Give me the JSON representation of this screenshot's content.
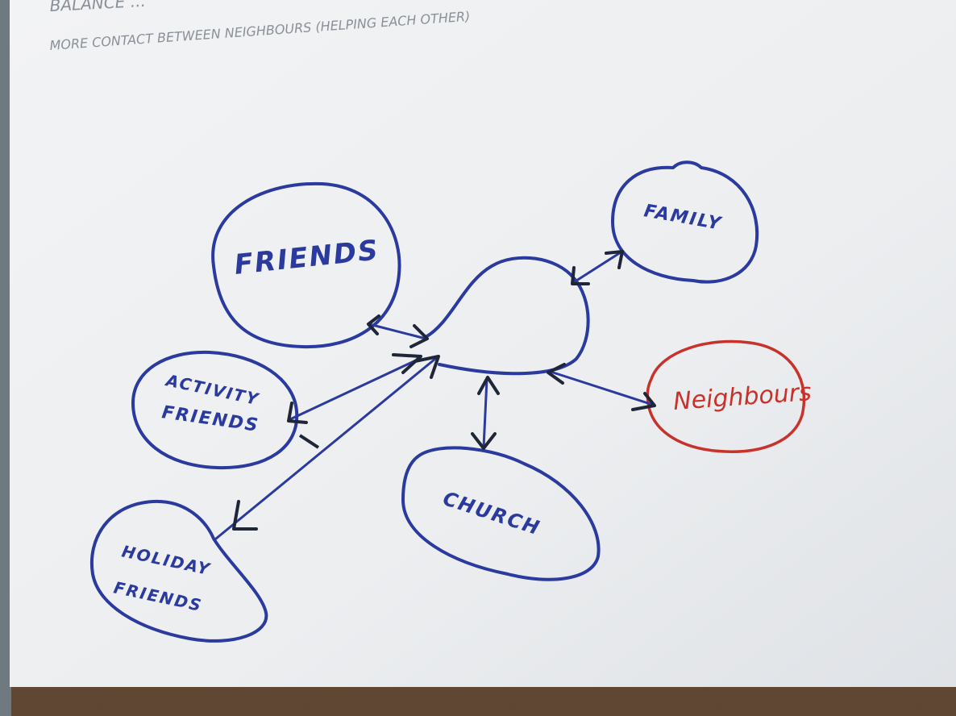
{
  "header_notes": {
    "line1": "BALANCE ...",
    "line2": "MORE CONTACT BETWEEN NEIGHBOURS (HELPING EACH OTHER)"
  },
  "nodes": {
    "friends": "FRIENDS",
    "family": "FAMILY",
    "activity_friends_line1": "ACTIVITY",
    "activity_friends_line2": "FRIENDS",
    "holiday_friends_line1": "HOLIDAY",
    "holiday_friends_line2": "FRIENDS",
    "church": "CHURCH",
    "neighbours": "Neighbours"
  },
  "colors": {
    "board": "#eef0f2",
    "blue_marker": "#2a3a9e",
    "red_marker": "#c8322a",
    "arrow_ink": "#1e2638",
    "faint_ink": "#8a9098",
    "frame_top": "#7a6a58",
    "frame_bottom": "#6b5540"
  }
}
